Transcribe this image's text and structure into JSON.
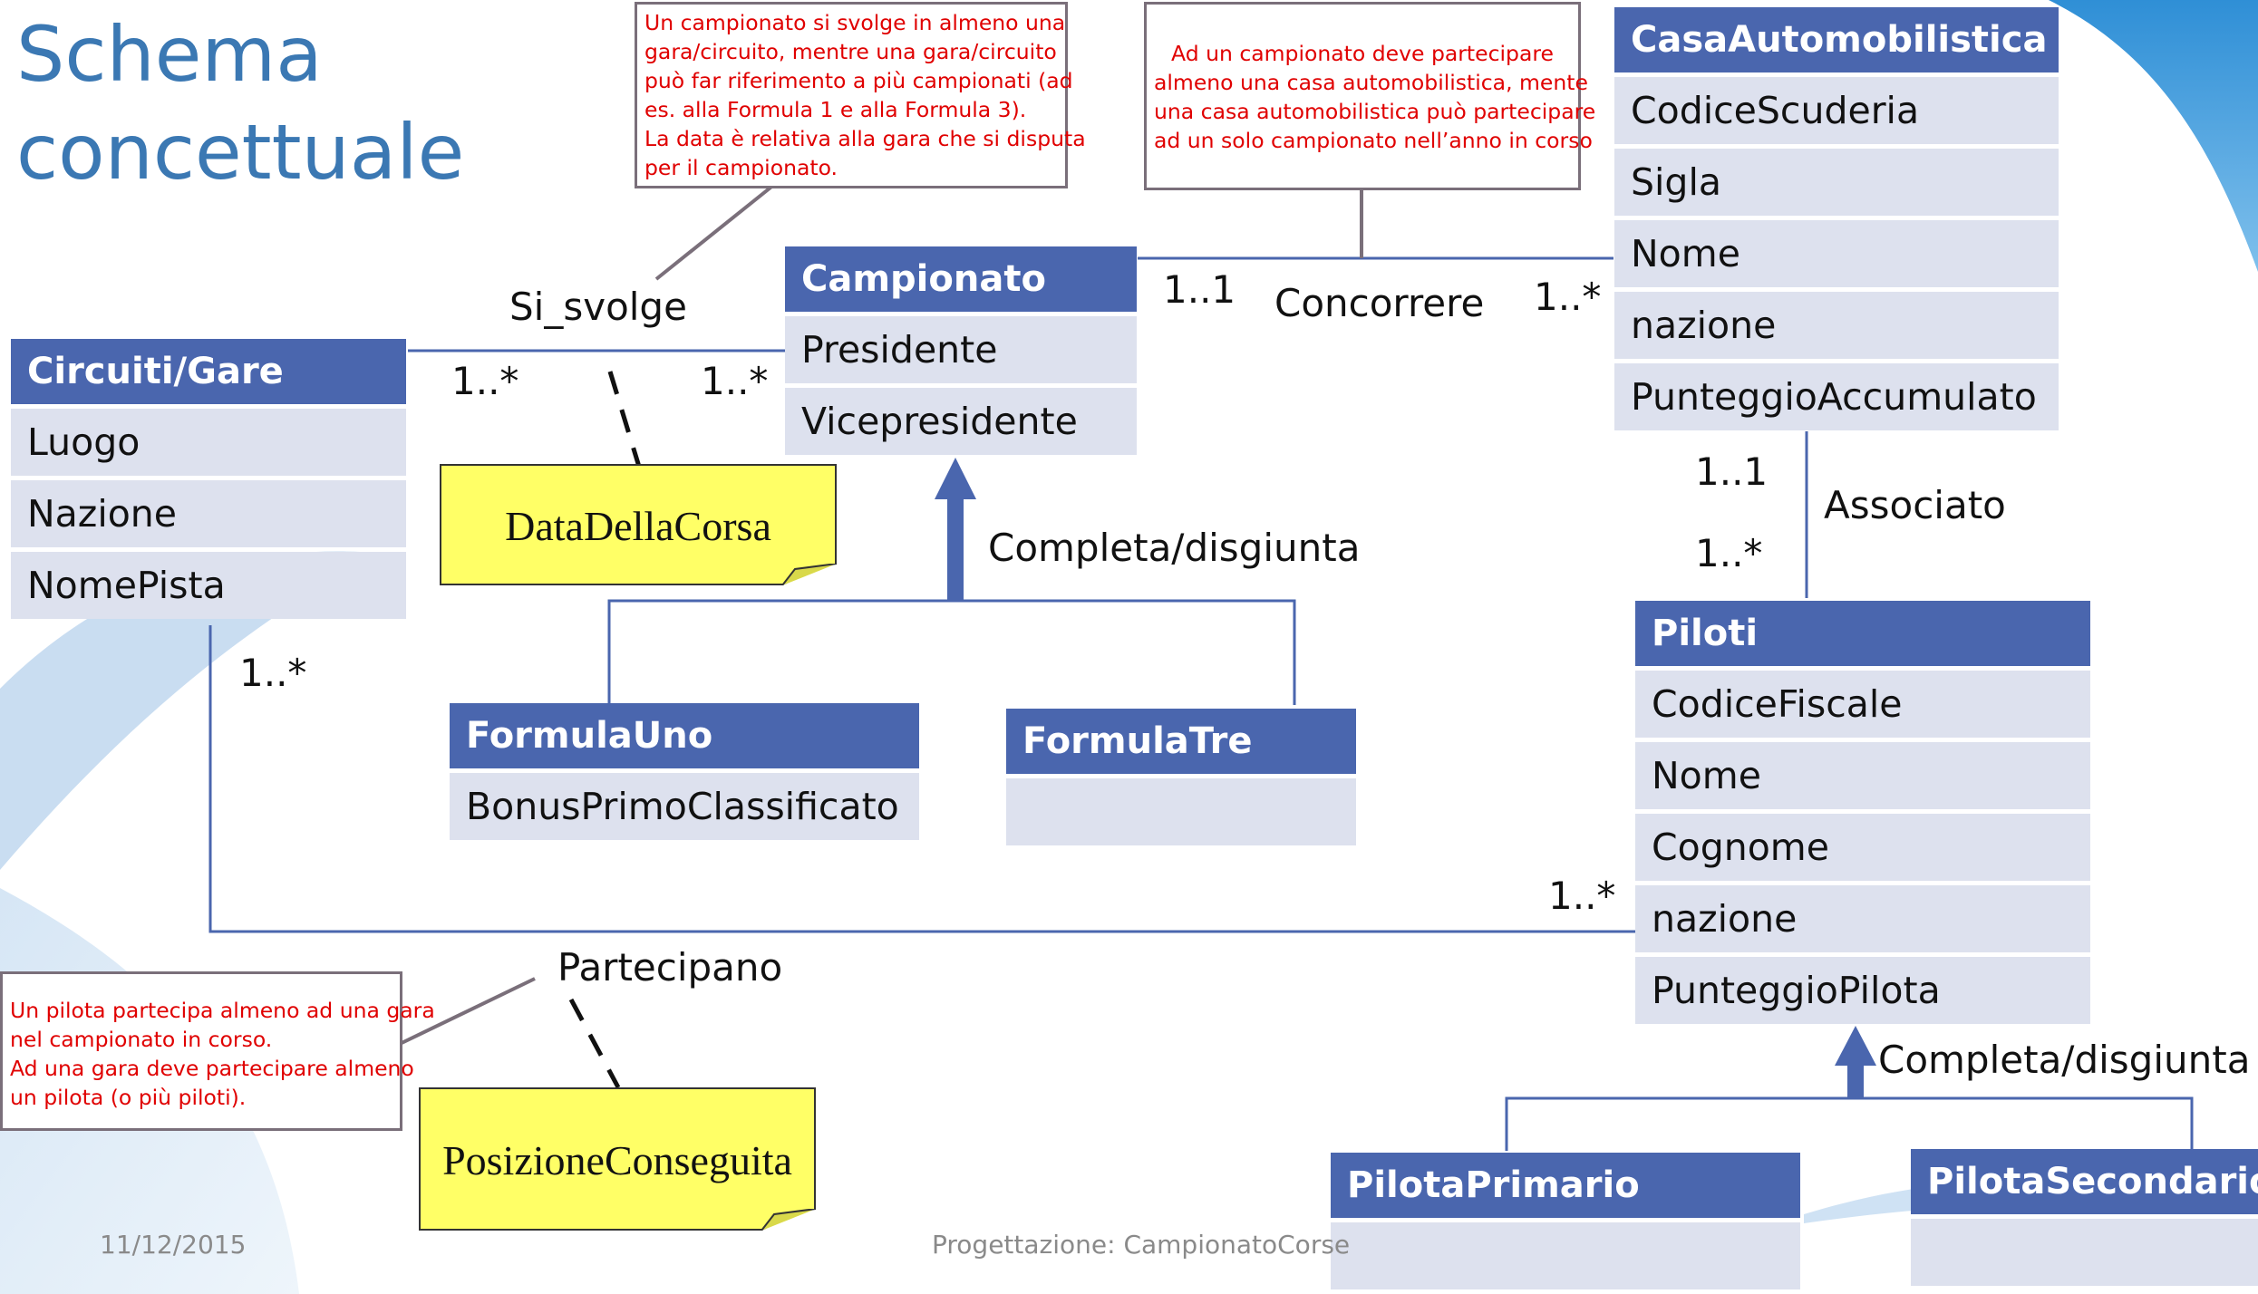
{
  "slide": {
    "title_line1": "Schema",
    "title_line2": "concettuale",
    "footer_date": "11/12/2015",
    "footer_text": "Progettazione: CampionatoCorse"
  },
  "classes": {
    "campionato": {
      "name": "Campionato",
      "attributes": [
        "Presidente",
        "Vicepresidente"
      ]
    },
    "casa": {
      "name": "CasaAutomobilistica",
      "attributes": [
        "CodiceScuderia",
        "Sigla",
        "Nome",
        "nazione",
        "PunteggioAccumulato"
      ]
    },
    "circuiti": {
      "name": "Circuiti/Gare",
      "attributes": [
        "Luogo",
        "Nazione",
        "NomePista"
      ]
    },
    "formulauno": {
      "name": "FormulaUno",
      "attributes": [
        "BonusPrimoClassificato"
      ]
    },
    "formulatre": {
      "name": "FormulaTre",
      "attributes": [
        ""
      ]
    },
    "piloti": {
      "name": "Piloti",
      "attributes": [
        "CodiceFiscale",
        "Nome",
        "Cognome",
        "nazione",
        "PunteggioPilota"
      ]
    },
    "pilotaprimario": {
      "name": "PilotaPrimario",
      "attributes": [
        ""
      ]
    },
    "pilotasecondario": {
      "name": "PilotaSecondario",
      "attributes": [
        ""
      ]
    }
  },
  "associations": {
    "si_svolge": {
      "name": "Si_svolge",
      "mult_circuiti": "1..*",
      "mult_campionato": "1..*"
    },
    "concorrere": {
      "name": "Concorrere",
      "mult_campionato": "1..1",
      "mult_casa": "1..*"
    },
    "associato": {
      "name": "Associato",
      "mult_casa": "1..1",
      "mult_piloti": "1..*"
    },
    "partecipano": {
      "name": "Partecipano",
      "mult_circuiti": "1..*",
      "mult_piloti": "1..*"
    }
  },
  "generalizations": {
    "campionato": "Completa/disgiunta",
    "piloti": "Completa/disgiunta"
  },
  "association_classes": {
    "data_della_corsa": "DataDellaCorsa",
    "posizione_conseguita": "PosizioneConseguita"
  },
  "notes": {
    "si_svolge": [
      "Un campionato si svolge in almeno una",
      "gara/circuito, mentre una gara/circuito",
      "può far riferimento a più campionati (ad",
      "es. alla Formula 1 e alla Formula 3).",
      "La data è relativa alla gara che si disputa",
      "per il campionato."
    ],
    "concorrere": [
      "Ad un campionato deve partecipare",
      "almeno una casa automobilistica, mente",
      "una casa automobilistica può partecipare",
      "ad un solo campionato nell’anno in corso"
    ],
    "partecipano": [
      "Un pilota partecipa almeno ad una gara",
      "nel campionato in corso.",
      "Ad una gara deve partecipare almeno",
      "un pilota (o più piloti)."
    ]
  },
  "colors": {
    "class_header": "#4a66ae",
    "class_row": "#dde1ee",
    "title": "#3b78b3",
    "note_text": "#e00000",
    "sticky": "#ffff66",
    "line": "#4a66ae"
  }
}
